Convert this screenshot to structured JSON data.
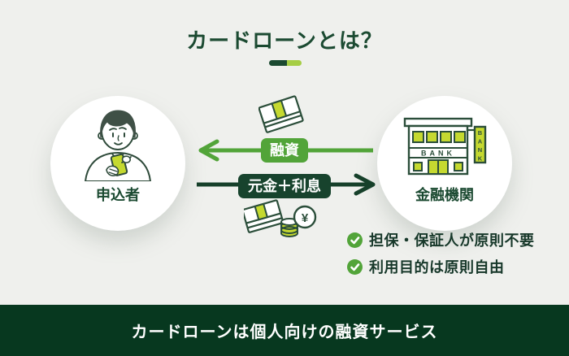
{
  "title": {
    "text": "カードローンとは？"
  },
  "diagram": {
    "applicant": {
      "label": "申込者"
    },
    "institution": {
      "label": "金融機関",
      "building_sign": "BANK",
      "vertical_sign": "BANK"
    },
    "loan_flow": {
      "label": "融資"
    },
    "repayment_flow": {
      "label": "元金＋利息"
    },
    "features": [
      "担保・保証人が原則不要",
      "利用目的は原則自由"
    ],
    "coin_symbol": "¥"
  },
  "footer": {
    "text": "カードローンは個人向けの融資サービス"
  },
  "colors": {
    "background": "#eff0ed",
    "dark_green": "#17432d",
    "footer_green": "#07381f",
    "accent_green": "#52a439",
    "yellow_green": "#c5d930",
    "underline_light": "#a6ce45",
    "text_dark": "#17382a",
    "white": "#ffffff"
  },
  "icons": {
    "person": "person-with-phone-icon",
    "bank": "bank-building-icon",
    "bills": "banknote-stack-icon",
    "coins": "banknote-and-coins-icon",
    "check": "checkmark-circle-icon"
  }
}
